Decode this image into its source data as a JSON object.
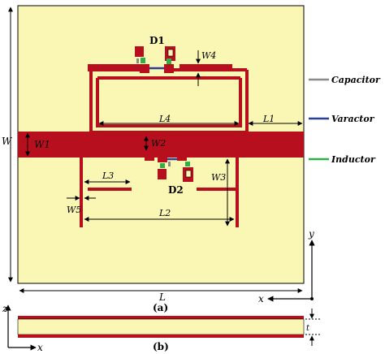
{
  "colors": {
    "substrate": "#FAF6B4",
    "copper": "#B80F1E",
    "capacitor": "#8A8A8A",
    "varactor": "#2B3E9A",
    "inductor": "#2DB04A",
    "line": "#000000"
  },
  "diagonals": {
    "D1": "D1",
    "D2": "D2"
  },
  "dimensions": {
    "W": "W",
    "W1": "W1",
    "W2": "W2",
    "W3": "W3",
    "W4": "W4",
    "W5": "W5",
    "L": "L",
    "L1": "L1",
    "L2": "L2",
    "L3": "L3",
    "L4": "L4",
    "t": "t"
  },
  "legend": [
    {
      "label": "Capacitor",
      "color": "#8A8A8A"
    },
    {
      "label": "Varactor",
      "color": "#2B3E9A"
    },
    {
      "label": "Inductor",
      "color": "#2DB04A"
    }
  ],
  "axes_top": {
    "x": "x",
    "y": "y"
  },
  "axes_side": {
    "x": "x",
    "z": "z"
  },
  "captions": {
    "a": "(a)",
    "b": "(b)"
  }
}
